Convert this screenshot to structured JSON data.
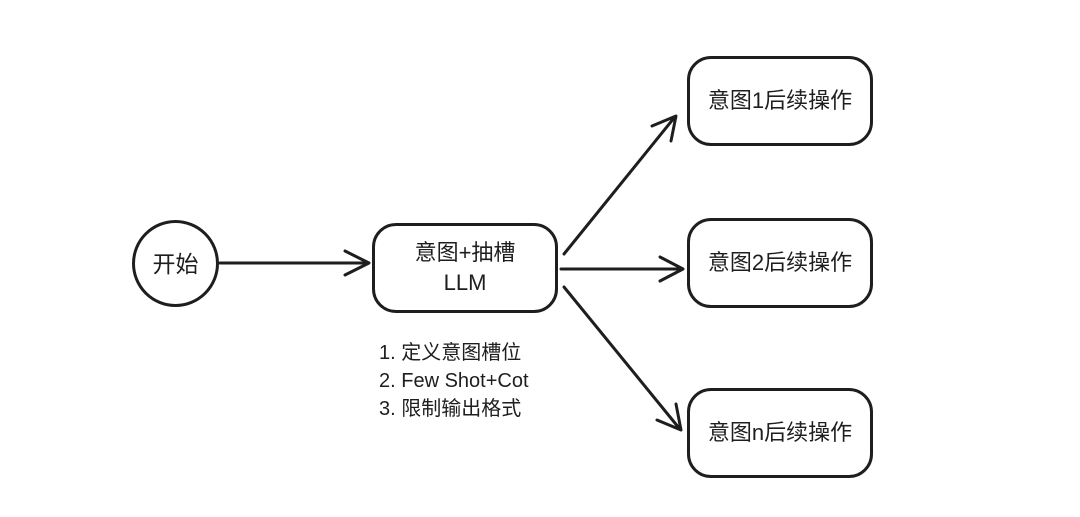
{
  "diagram": {
    "type": "flowchart",
    "start": {
      "label": "开始"
    },
    "llm": {
      "line1": "意图+抽槽",
      "line2": "LLM"
    },
    "notes": [
      "1. 定义意图槽位",
      "2. Few Shot+Cot",
      "3. 限制输出格式"
    ],
    "outputs": [
      {
        "label": "意图1后续操作"
      },
      {
        "label": "意图2后续操作"
      },
      {
        "label": "意图n后续操作"
      }
    ],
    "edges": [
      {
        "from": "start",
        "to": "llm"
      },
      {
        "from": "llm",
        "to": "output-1"
      },
      {
        "from": "llm",
        "to": "output-2"
      },
      {
        "from": "llm",
        "to": "output-3"
      }
    ],
    "colors": {
      "stroke": "#1e1e1e",
      "background": "#ffffff",
      "node_fill": "#ffffff"
    }
  }
}
